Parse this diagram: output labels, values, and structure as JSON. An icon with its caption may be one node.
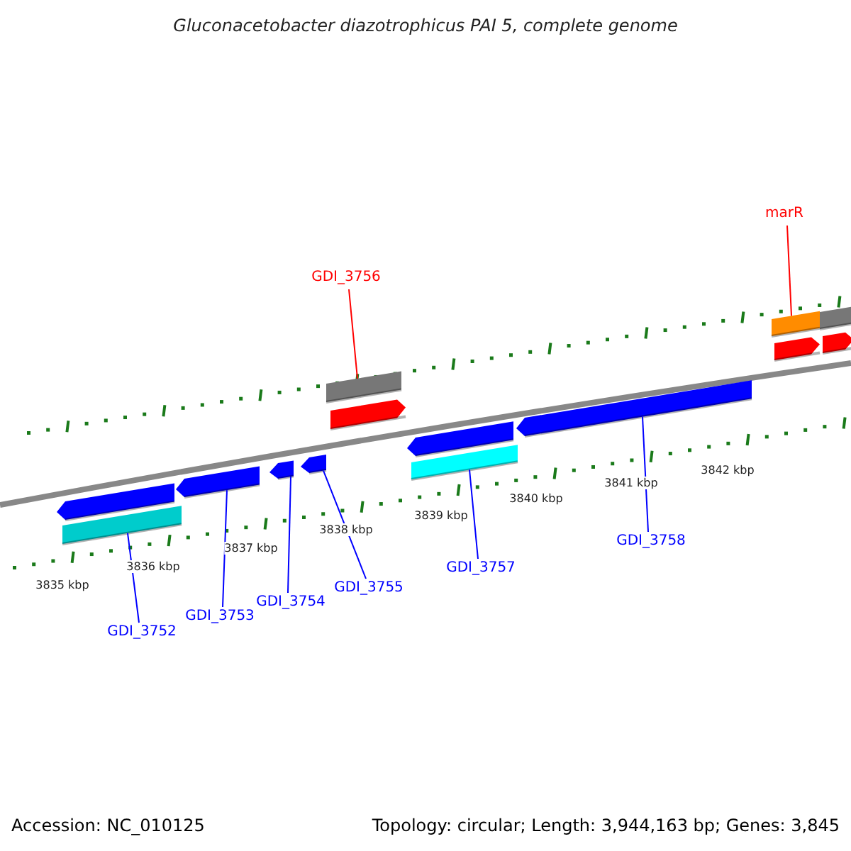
{
  "diagram": {
    "title": "Gluconacetobacter diazotrophicus PAI 5, complete genome",
    "nodes": [
      {
        "text": [
          "marR"
        ]
      },
      {
        "text": [
          "GDI_3756"
        ]
      },
      {
        "text": [],
        "shape": "box"
      },
      {
        "text": [],
        "shape": "box"
      },
      {
        "text": [],
        "shape": "pentagon"
      },
      {
        "text": [],
        "shape": "pentagon"
      },
      {
        "text": [],
        "shape": "box"
      },
      {
        "text": [],
        "shape": "pentagon"
      },
      {
        "text": [],
        "shape": "pentagon"
      },
      {
        "text": [],
        "shape": "box"
      },
      {
        "text": [],
        "shape": "pentagon"
      },
      {
        "text": [],
        "shape": "pentagon"
      },
      {
        "text": [],
        "shape": "pentagon"
      },
      {
        "text": [],
        "shape": "pentagon"
      },
      {
        "text": [],
        "shape": "box"
      },
      {
        "text": [],
        "shape": "pentagon"
      },
      {
        "text": [
          "GDI_3758"
        ]
      },
      {
        "text": [
          "GDI_3757"
        ]
      },
      {
        "text": [
          "GDI_3755"
        ]
      },
      {
        "text": [
          "GDI_3754"
        ]
      },
      {
        "text": [
          "GDI_3753"
        ]
      },
      {
        "text": [
          "GDI_3752"
        ]
      }
    ],
    "edges": [
      {
        "from": 0,
        "to": 2,
        "arrow": "none",
        "color": "#ff0000"
      },
      {
        "from": 1,
        "to": 6,
        "arrow": "none",
        "color": "#ff0000"
      },
      {
        "from": 16,
        "to": 15,
        "arrow": "none"
      },
      {
        "from": 17,
        "to": 14,
        "arrow": "none"
      },
      {
        "from": 18,
        "to": 12,
        "arrow": "none"
      },
      {
        "from": 19,
        "to": 11,
        "arrow": "none"
      },
      {
        "from": 20,
        "to": 10,
        "arrow": "none"
      },
      {
        "from": 21,
        "to": 9,
        "arrow": "none"
      }
    ],
    "labels": [
      "3842 kbp",
      "3841 kbp",
      "3840 kbp",
      "3839 kbp",
      "3838 kbp",
      "3837 kbp",
      "3836 kbp",
      "3835 kbp",
      "Accession: NC_010125",
      "Topology: circular; Length: 3,944,163 bp; Genes: 3,845"
    ]
  }
}
